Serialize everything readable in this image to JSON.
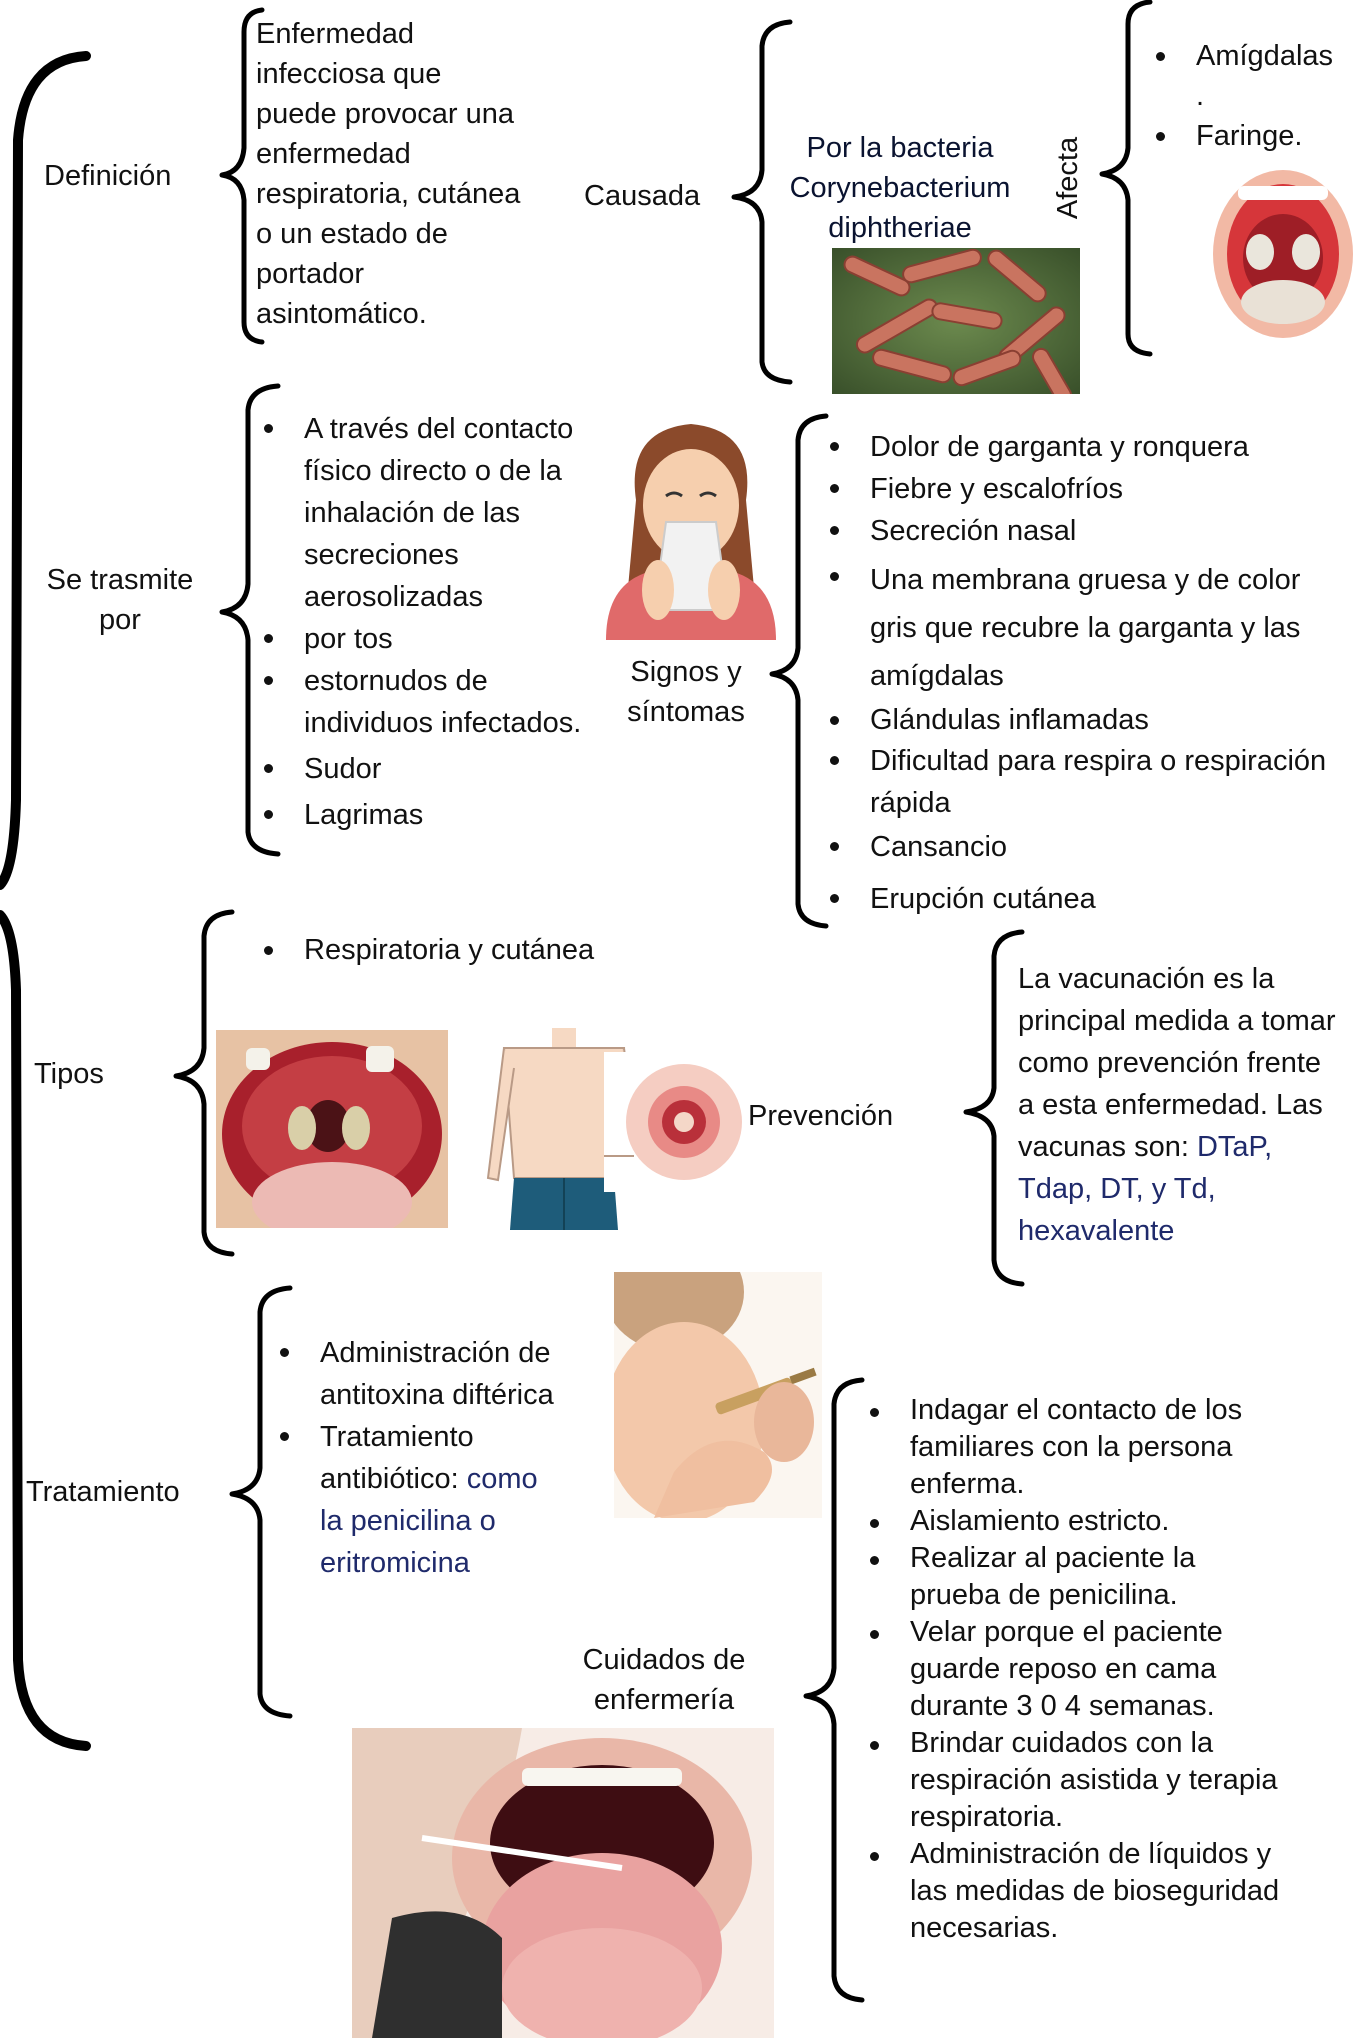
{
  "labels": {
    "definicion": "Definición",
    "causada": "Causada",
    "afecta": "Afecta",
    "se_trasmite": "Se trasmite\npor",
    "signos": "Signos y\nsíntomas",
    "tipos": "Tipos",
    "prevencion": "Prevención",
    "tratamiento": "Tratamiento",
    "cuidados": "Cuidados de\nenfermería"
  },
  "definition_text": "Enfermedad\ninfecciosa que\npuede provocar una\nenfermedad\nrespiratoria, cutánea\no un estado de\nportador\nasintomático.",
  "cause": {
    "line1": "Por la bacteria",
    "line2": "Corynebacterium",
    "line3": "diphtheriae"
  },
  "affects": [
    "Amígdalas\n.",
    "Faringe."
  ],
  "transmission": [
    "A través del contacto\nfísico directo o de la\ninhalación de las\nsecreciones\naerosolizadas",
    "por tos",
    "estornudos de\nindividuos infectados.",
    "Sudor",
    "Lagrimas"
  ],
  "symptoms": [
    "Dolor de garganta y ronquera",
    "Fiebre y escalofríos",
    "Secreción nasal",
    "Una membrana gruesa y de color\ngris que recubre la garganta y las\namígdalas",
    "Glándulas inflamadas",
    "Dificultad para respira o respiración\nrápida",
    "Cansancio",
    "Erupción cutánea"
  ],
  "types": [
    "Respiratoria y cutánea"
  ],
  "prevention": {
    "text": "La vacunación es la\nprincipal medida a tomar\ncomo prevención frente\na esta enfermedad. Las\nvacunas son: ",
    "vaccines": "DTaP,\nTdap, DT, y Td,\nhexavalente"
  },
  "treatment": {
    "item1": "Administración de\nantitoxina diftérica",
    "item2_a": "Tratamiento\nantibiótico: ",
    "item2_b": "como\nla penicilina o\neritromicina"
  },
  "nursing_care": [
    "Indagar el contacto de los\nfamiliares con la persona\nenferma.",
    "Aislamiento estricto.",
    "Realizar al paciente la\nprueba de penicilina.",
    "Velar porque el paciente\nguarde reposo en cama\ndurante 3 0 4 semanas.",
    "Brindar cuidados con la\nrespiración asistida y terapia\nrespiratoria.",
    "Administración de líquidos y\nlas medidas de bioseguridad\nnecesarias."
  ],
  "icons": [
    "throat-photo",
    "bacteria-photo",
    "sneezing-person-illustration",
    "mouth-photo",
    "torso-illustration",
    "skin-lesion-illustration",
    "injection-photo",
    "throat-swab-photo"
  ]
}
